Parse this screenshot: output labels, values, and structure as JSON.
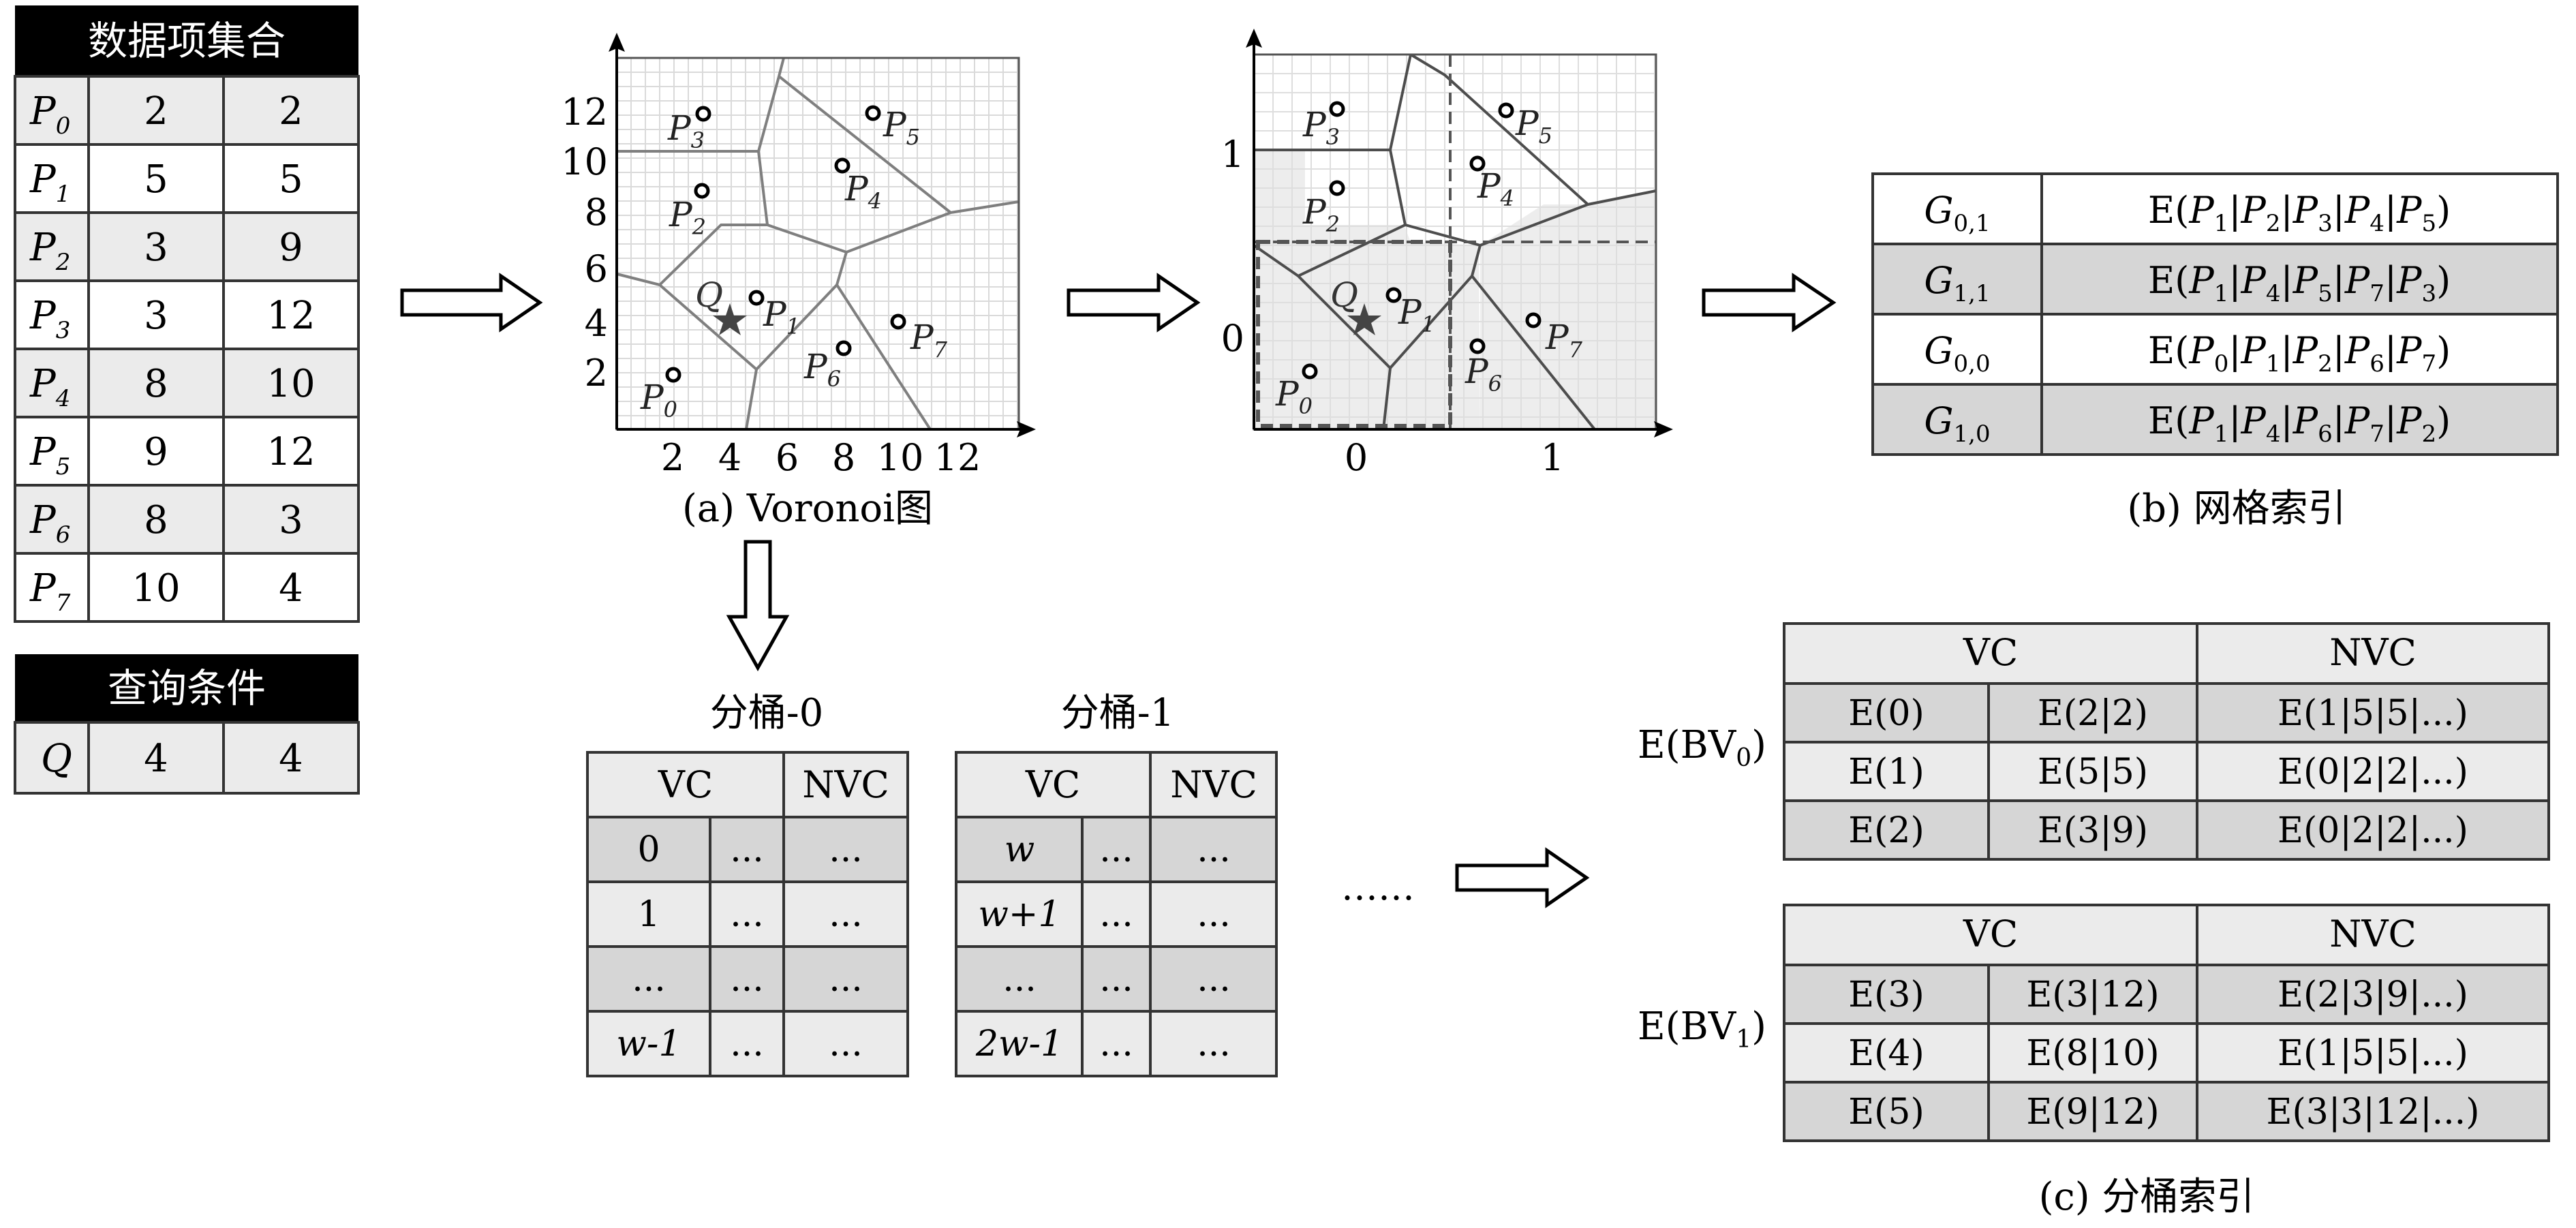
{
  "dataset": {
    "title": "数据项集合",
    "rows": [
      {
        "name": "P",
        "sub": "0",
        "x": "2",
        "y": "2"
      },
      {
        "name": "P",
        "sub": "1",
        "x": "5",
        "y": "5"
      },
      {
        "name": "P",
        "sub": "2",
        "x": "3",
        "y": "9"
      },
      {
        "name": "P",
        "sub": "3",
        "x": "3",
        "y": "12"
      },
      {
        "name": "P",
        "sub": "4",
        "x": "8",
        "y": "10"
      },
      {
        "name": "P",
        "sub": "5",
        "x": "9",
        "y": "12"
      },
      {
        "name": "P",
        "sub": "6",
        "x": "8",
        "y": "3"
      },
      {
        "name": "P",
        "sub": "7",
        "x": "10",
        "y": "4"
      }
    ]
  },
  "query": {
    "title": "查询条件",
    "name": "Q",
    "x": "4",
    "y": "4"
  },
  "voronoi": {
    "caption": "(a) Voronoi图",
    "x_ticks": [
      "2",
      "4",
      "6",
      "8",
      "10",
      "12"
    ],
    "y_ticks": [
      "2",
      "4",
      "6",
      "8",
      "10",
      "12"
    ],
    "query_label": "Q",
    "points": [
      {
        "name": "P",
        "sub": "0"
      },
      {
        "name": "P",
        "sub": "1"
      },
      {
        "name": "P",
        "sub": "2"
      },
      {
        "name": "P",
        "sub": "3"
      },
      {
        "name": "P",
        "sub": "4"
      },
      {
        "name": "P",
        "sub": "5"
      },
      {
        "name": "P",
        "sub": "6"
      },
      {
        "name": "P",
        "sub": "7"
      }
    ]
  },
  "grid_plot": {
    "x_ticks": [
      "0",
      "1"
    ],
    "y_ticks": [
      "0",
      "1"
    ],
    "query_label": "Q",
    "points": [
      {
        "name": "P",
        "sub": "0"
      },
      {
        "name": "P",
        "sub": "1"
      },
      {
        "name": "P",
        "sub": "2"
      },
      {
        "name": "P",
        "sub": "3"
      },
      {
        "name": "P",
        "sub": "4"
      },
      {
        "name": "P",
        "sub": "5"
      },
      {
        "name": "P",
        "sub": "6"
      },
      {
        "name": "P",
        "sub": "7"
      }
    ]
  },
  "grid_index": {
    "caption": "(b) 网格索引",
    "rows": [
      {
        "cell": "G",
        "cell_sub": "0,1",
        "subs": [
          "1",
          "2",
          "3",
          "4",
          "5"
        ]
      },
      {
        "cell": "G",
        "cell_sub": "1,1",
        "subs": [
          "1",
          "4",
          "5",
          "7",
          "3"
        ]
      },
      {
        "cell": "G",
        "cell_sub": "0,0",
        "subs": [
          "0",
          "1",
          "2",
          "6",
          "7"
        ]
      },
      {
        "cell": "G",
        "cell_sub": "1,0",
        "subs": [
          "1",
          "4",
          "6",
          "7",
          "2"
        ]
      }
    ]
  },
  "buckets": [
    {
      "title": "分桶-0",
      "header_vc": "VC",
      "header_nvc": "NVC",
      "rows": [
        [
          "0",
          "...",
          "..."
        ],
        [
          "1",
          "...",
          "..."
        ],
        [
          "...",
          "...",
          "..."
        ],
        [
          "w-1",
          "...",
          "..."
        ]
      ]
    },
    {
      "title": "分桶-1",
      "header_vc": "VC",
      "header_nvc": "NVC",
      "rows": [
        [
          "w",
          "...",
          "..."
        ],
        [
          "w+1",
          "...",
          "..."
        ],
        [
          "...",
          "...",
          "..."
        ],
        [
          "2w-1",
          "...",
          "..."
        ]
      ]
    }
  ],
  "ellipsis": "……",
  "bucket_index": {
    "caption": "(c) 分桶索引",
    "tables": [
      {
        "label": "E(BV",
        "label_sub": "0",
        "label_close": ")",
        "header_vc": "VC",
        "header_nvc": "NVC",
        "rows": [
          [
            "E(0)",
            "E(2|2)",
            "E(1|5|5|...)"
          ],
          [
            "E(1)",
            "E(5|5)",
            "E(0|2|2|...)"
          ],
          [
            "E(2)",
            "E(3|9)",
            "E(0|2|2|...)"
          ]
        ]
      },
      {
        "label": "E(BV",
        "label_sub": "1",
        "label_close": ")",
        "header_vc": "VC",
        "header_nvc": "NVC",
        "rows": [
          [
            "E(3)",
            "E(3|12)",
            "E(2|3|9|...)"
          ],
          [
            "E(4)",
            "E(8|10)",
            "E(1|5|5|...)"
          ],
          [
            "E(5)",
            "E(9|12)",
            "E(3|3|12|...)"
          ]
        ]
      }
    ]
  },
  "colors": {
    "header_black": "#000000",
    "row_gray": "#ebebeb",
    "row_dark": "#d6d6d6",
    "line": "#333333",
    "voronoi_edge": "#808080",
    "grid": "#d9d9d9"
  }
}
